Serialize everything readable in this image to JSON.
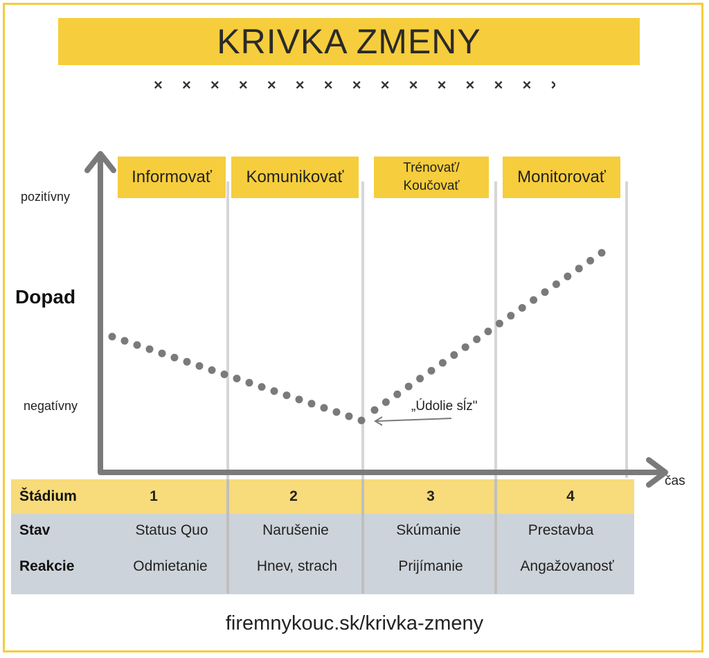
{
  "title": "KRIVKA ZMENY",
  "divider": "× × × × × × × × × × × × × × × × × × × × ×",
  "colors": {
    "accent": "#f6cd3c",
    "stage_row": "#f8db7a",
    "table_gray": "#cdd3da",
    "axis": "#7a7a7a",
    "curve": "#7a7a7a"
  },
  "y_axis": {
    "title": "Dopad",
    "top_label": "pozitívny",
    "bottom_label": "negatívny"
  },
  "x_axis": {
    "label": "čas"
  },
  "phases": [
    {
      "label": "Informovať"
    },
    {
      "label": "Komunikovať"
    },
    {
      "label": "Trénovať/\nKoučovať"
    },
    {
      "label": "Monitorovať"
    }
  ],
  "annotation": "„Údolie sĺz\"",
  "table": {
    "stage_header": "Štádium",
    "state_header": "Stav",
    "reaction_header": "Reakcie",
    "stages": [
      "1",
      "2",
      "3",
      "4"
    ],
    "states": [
      "Status Quo",
      "Narušenie",
      "Skúmanie",
      "Prestavba"
    ],
    "reactions": [
      "Odmietanie",
      "Hnev, strach",
      "Prijímanie",
      "Angažovanosť"
    ]
  },
  "footer": "firemnykouc.sk/krivka-zmeny"
}
